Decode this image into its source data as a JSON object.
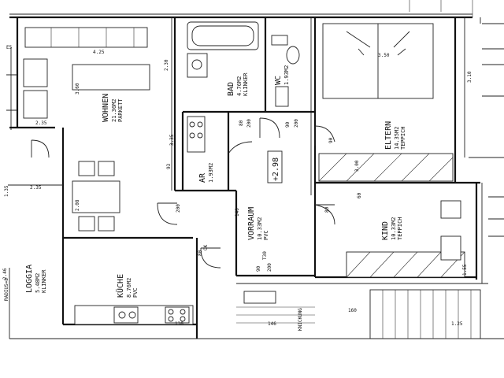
{
  "rooms": {
    "wohnen": {
      "name": "WOHNEN",
      "area": "21.36M2",
      "floor": "PARKETT"
    },
    "bad": {
      "name": "BAD",
      "area": "4.76M2",
      "floor": "KLINKER"
    },
    "wc": {
      "name": "WC",
      "area": "1.93M2"
    },
    "eltern": {
      "name": "ELTERN",
      "area": "14.35M2",
      "floor": "TEPPICH"
    },
    "ar": {
      "name": "AR",
      "area": "1.93M2"
    },
    "vorraum": {
      "name": "VORRAUM",
      "area": "10.33M2",
      "floor": "PVC"
    },
    "kind": {
      "name": "KIND",
      "area": "10.33M2",
      "floor": "TEPPICH"
    },
    "kueche": {
      "name": "KÜCHE",
      "area": "8.76M2",
      "floor": "PVC"
    },
    "loggia": {
      "name": "LOGGIA",
      "area": "5.48M2",
      "floor": "KLINKER"
    }
  },
  "level_marker": "+2.98",
  "annotations": {
    "radius": "RADIUS=8",
    "knickung": "KNICKUNG"
  },
  "dimensions": {
    "d_425": "4.25",
    "d_360": "3.60",
    "d_230": "2.30",
    "d_235": "2.35",
    "d_200a": "200",
    "d_200b": "200",
    "d_200c": "200",
    "d_200d": "200",
    "d_80a": "80",
    "d_80b": "80",
    "d_80c": "80",
    "d_90a": "90",
    "d_90b": "90",
    "d_90c": "90",
    "d_93": "93",
    "d_135": "1.35",
    "d_350": "3.50",
    "d_300": "3.00",
    "d_246": "2.46",
    "d_130": "130",
    "d_140": "140",
    "d_208": "2.08",
    "d_60": "60",
    "d_ok": "OK",
    "d_t30": "T30",
    "d_235b": "2.35",
    "d_146": "146",
    "d_125": "1.25",
    "d_160": "160",
    "d_155": "1.55",
    "d_335": "3.35",
    "d_310": "3.10",
    "d_e5": "E5"
  }
}
